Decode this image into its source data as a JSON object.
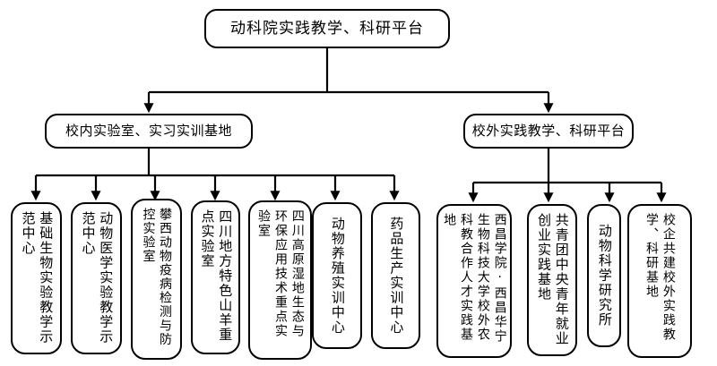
{
  "diagram": {
    "type": "organizational-chart",
    "title_text": "动科院实践教学、科研平台",
    "style": {
      "line_color": "#000000",
      "box_border_color": "#000000",
      "background": "#ffffff"
    },
    "root": {
      "label": "动科院实践教学、科研平台"
    },
    "branches": [
      {
        "id": "internal",
        "label": "校内实验室、实习实训基地"
      },
      {
        "id": "external",
        "label": "校外实践教学、科研平台"
      }
    ],
    "internal_children": [
      {
        "id": "n1",
        "label": "基础生物实验教学示范中心",
        "columns": 2
      },
      {
        "id": "n2",
        "label": "动物医学实验教学示范中心",
        "columns": 2
      },
      {
        "id": "n3",
        "label": "攀西动物疫病检测与防控实验室",
        "columns": 2
      },
      {
        "id": "n4",
        "label": "四川地方特色山羊重点实验室",
        "columns": 2
      },
      {
        "id": "n5",
        "label": "四川高原湿地生态与环保应用技术重点实验室",
        "columns": 3
      },
      {
        "id": "n6",
        "label": "动物养殖实训中心",
        "columns": 2
      },
      {
        "id": "n7",
        "label": "药品生产实训中心",
        "columns": 2
      }
    ],
    "external_children": [
      {
        "id": "n8",
        "label": "西昌学院·西昌华宁生物科技大学校外农科教合作人才实践基地",
        "columns": 4
      },
      {
        "id": "n9",
        "label": "共青团中央青年就业创业实践基地",
        "columns": 2
      },
      {
        "id": "n10",
        "label": "动物科学研究所",
        "columns": 1
      },
      {
        "id": "n11",
        "label": "校企共建校外实践教学、科研基地",
        "columns": 3
      }
    ]
  }
}
